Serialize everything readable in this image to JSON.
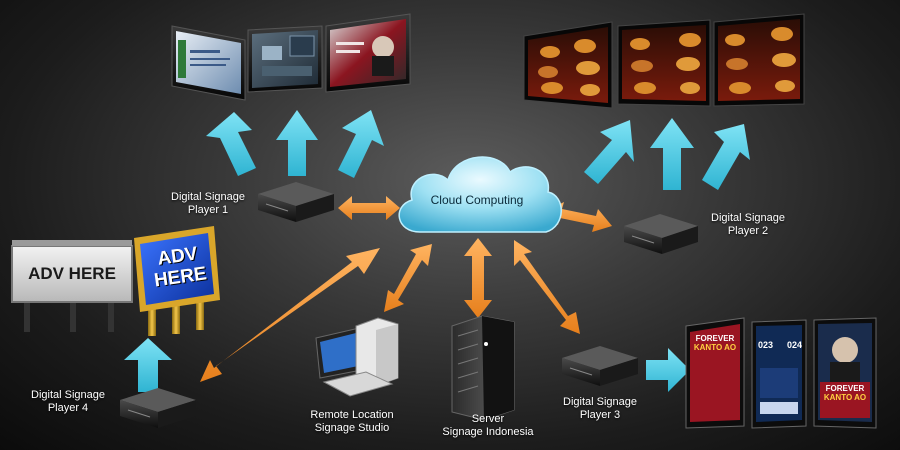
{
  "colors": {
    "background_center": "#5c5c5c",
    "background_edge": "#0b0b0b",
    "cyan_arrow": "#45c8e0",
    "orange_arrow": "#f39a3c",
    "cloud": "#8fdcf0",
    "billboard_blue": "#1f4fcf",
    "billboard_frame": "#d9a62a"
  },
  "cloud": {
    "label": "Cloud Computing",
    "icon": "cloud-icon"
  },
  "players": [
    {
      "id": "player1",
      "line1": "Digital Signage",
      "line2": "Player 1",
      "icon": "media-player-box-icon"
    },
    {
      "id": "player2",
      "line1": "Digital Signage",
      "line2": "Player 2",
      "icon": "media-player-box-icon"
    },
    {
      "id": "player3",
      "line1": "Digital Signage",
      "line2": "Player 3",
      "icon": "media-player-box-icon"
    },
    {
      "id": "player4",
      "line1": "Digital Signage",
      "line2": "Player 4",
      "icon": "media-player-box-icon"
    }
  ],
  "studio": {
    "line1": "Remote Location",
    "line2": "Signage Studio",
    "icon": "desktop-computer-icon"
  },
  "server": {
    "line1": "Server",
    "line2": "Signage Indonesia",
    "icon": "server-rack-icon"
  },
  "billboards": {
    "left": {
      "text": "ADV HERE"
    },
    "right": {
      "line1": "ADV",
      "line2": "HERE"
    }
  },
  "portrait_screens": {
    "screen1": {
      "line1": "FOREVER",
      "line2": "KANTO AO"
    },
    "screen2": {
      "left": "023",
      "right": "024"
    },
    "screen3": {
      "line1": "FOREVER",
      "line2": "KANTO AO"
    }
  }
}
